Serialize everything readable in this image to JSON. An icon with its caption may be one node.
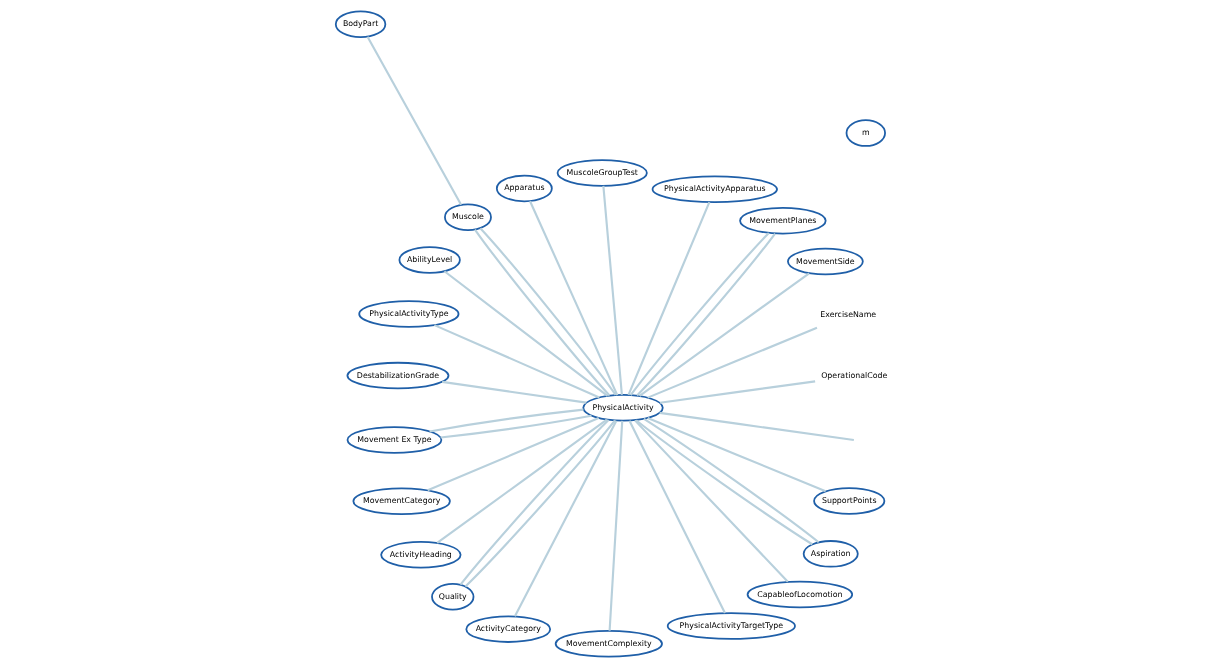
{
  "diagram": {
    "nodes": [
      {
        "text": [
          "PhysicalActivity"
        ]
      },
      {
        "text": [
          "m"
        ]
      },
      {
        "text": [
          "OperationalCode"
        ]
      },
      {
        "text": [
          "ExerciseName"
        ]
      },
      {
        "text": [
          "MovementSide"
        ]
      },
      {
        "text": [
          "MovementPlanes"
        ]
      },
      {
        "text": [
          "PhysicalActivityApparatus"
        ]
      },
      {
        "text": [
          "MuscoleGroupTest"
        ]
      },
      {
        "text": [
          "Apparatus"
        ]
      },
      {
        "text": [
          "Muscole"
        ]
      },
      {
        "text": [
          "BodyPart"
        ]
      },
      {
        "text": [
          "AbilityLevel"
        ]
      },
      {
        "text": [
          "PhysicalActivityType"
        ]
      },
      {
        "text": [
          "DestabilizationGrade"
        ]
      },
      {
        "text": [
          "Movement Ex Type"
        ]
      },
      {
        "text": [
          "MovementCategory"
        ]
      },
      {
        "text": [
          "ActivityHeading"
        ]
      },
      {
        "text": [
          "Quality"
        ]
      },
      {
        "text": [
          "ActivityCategory"
        ]
      },
      {
        "text": [
          "MovementComplexity"
        ]
      },
      {
        "text": [
          "PhysicalActivityTargetType"
        ]
      },
      {
        "text": [
          "CapableofLocomotion"
        ]
      },
      {
        "text": [
          "Aspiration"
        ]
      },
      {
        "text": [
          "SupportPoints"
        ]
      }
    ],
    "edges": [
      {
        "from": 0,
        "to": null,
        "arrow": "none"
      },
      {
        "from": 0,
        "to": 2,
        "arrow": "none"
      },
      {
        "from": 0,
        "to": 3,
        "arrow": "none"
      },
      {
        "from": 0,
        "to": 4,
        "arrow": "none"
      },
      {
        "from": 0,
        "to": 5,
        "arrow": "none"
      },
      {
        "from": 0,
        "to": 5,
        "arrow": "none"
      },
      {
        "from": 0,
        "to": 6,
        "arrow": "none"
      },
      {
        "from": 0,
        "to": 7,
        "arrow": "none"
      },
      {
        "from": 0,
        "to": 8,
        "arrow": "none"
      },
      {
        "from": 0,
        "to": 9,
        "arrow": "none"
      },
      {
        "from": 0,
        "to": 9,
        "arrow": "none"
      },
      {
        "from": 9,
        "to": 10,
        "arrow": "none"
      },
      {
        "from": 0,
        "to": 11,
        "arrow": "none"
      },
      {
        "from": 0,
        "to": 12,
        "arrow": "none"
      },
      {
        "from": 0,
        "to": 13,
        "arrow": "none"
      },
      {
        "from": 0,
        "to": 14,
        "arrow": "none"
      },
      {
        "from": 0,
        "to": 14,
        "arrow": "none"
      },
      {
        "from": 0,
        "to": 15,
        "arrow": "none"
      },
      {
        "from": 0,
        "to": 16,
        "arrow": "none"
      },
      {
        "from": 0,
        "to": 17,
        "arrow": "none"
      },
      {
        "from": 0,
        "to": 17,
        "arrow": "none"
      },
      {
        "from": 0,
        "to": 18,
        "arrow": "none"
      },
      {
        "from": 0,
        "to": 19,
        "arrow": "none"
      },
      {
        "from": 0,
        "to": 20,
        "arrow": "none"
      },
      {
        "from": 0,
        "to": 21,
        "arrow": "none"
      },
      {
        "from": 0,
        "to": 22,
        "arrow": "none"
      },
      {
        "from": 0,
        "to": 22,
        "arrow": "none"
      },
      {
        "from": 0,
        "to": 23,
        "arrow": "none"
      }
    ]
  }
}
